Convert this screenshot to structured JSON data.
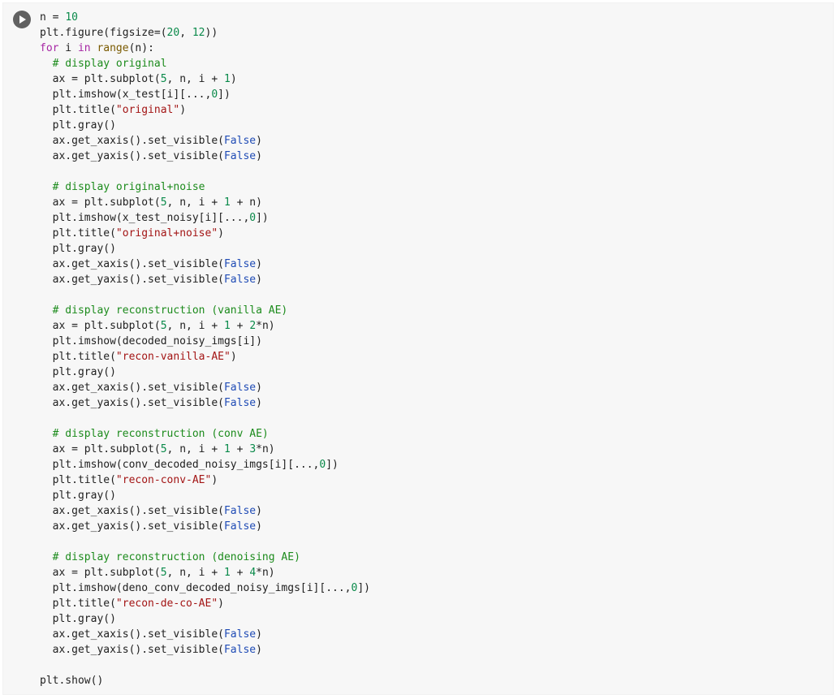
{
  "cell": {
    "run_icon": "play-icon",
    "lines": [
      [
        {
          "t": "n = ",
          "k": "plain"
        },
        {
          "t": "10",
          "k": "num"
        }
      ],
      [
        {
          "t": "plt.figure(figsize=(",
          "k": "plain"
        },
        {
          "t": "20",
          "k": "num"
        },
        {
          "t": ", ",
          "k": "plain"
        },
        {
          "t": "12",
          "k": "num"
        },
        {
          "t": "))",
          "k": "plain"
        }
      ],
      [
        {
          "t": "for",
          "k": "kw"
        },
        {
          "t": " i ",
          "k": "plain"
        },
        {
          "t": "in",
          "k": "kw"
        },
        {
          "t": " ",
          "k": "plain"
        },
        {
          "t": "range",
          "k": "builtin"
        },
        {
          "t": "(n):",
          "k": "plain"
        }
      ],
      [
        {
          "t": "  ",
          "k": "plain"
        },
        {
          "t": "# display original",
          "k": "cmt"
        }
      ],
      [
        {
          "t": "  ax = plt.subplot(",
          "k": "plain"
        },
        {
          "t": "5",
          "k": "num"
        },
        {
          "t": ", n, i + ",
          "k": "plain"
        },
        {
          "t": "1",
          "k": "num"
        },
        {
          "t": ")",
          "k": "plain"
        }
      ],
      [
        {
          "t": "  plt.imshow(x_test[i][...,",
          "k": "plain"
        },
        {
          "t": "0",
          "k": "num"
        },
        {
          "t": "])",
          "k": "plain"
        }
      ],
      [
        {
          "t": "  plt.title(",
          "k": "plain"
        },
        {
          "t": "\"original\"",
          "k": "str"
        },
        {
          "t": ")",
          "k": "plain"
        }
      ],
      [
        {
          "t": "  plt.gray()",
          "k": "plain"
        }
      ],
      [
        {
          "t": "  ax.get_xaxis().set_visible(",
          "k": "plain"
        },
        {
          "t": "False",
          "k": "const"
        },
        {
          "t": ")",
          "k": "plain"
        }
      ],
      [
        {
          "t": "  ax.get_yaxis().set_visible(",
          "k": "plain"
        },
        {
          "t": "False",
          "k": "const"
        },
        {
          "t": ")",
          "k": "plain"
        }
      ],
      [],
      [
        {
          "t": "  ",
          "k": "plain"
        },
        {
          "t": "# display original+noise",
          "k": "cmt"
        }
      ],
      [
        {
          "t": "  ax = plt.subplot(",
          "k": "plain"
        },
        {
          "t": "5",
          "k": "num"
        },
        {
          "t": ", n, i + ",
          "k": "plain"
        },
        {
          "t": "1",
          "k": "num"
        },
        {
          "t": " + n)",
          "k": "plain"
        }
      ],
      [
        {
          "t": "  plt.imshow(x_test_noisy[i][...,",
          "k": "plain"
        },
        {
          "t": "0",
          "k": "num"
        },
        {
          "t": "])",
          "k": "plain"
        }
      ],
      [
        {
          "t": "  plt.title(",
          "k": "plain"
        },
        {
          "t": "\"original+noise\"",
          "k": "str"
        },
        {
          "t": ")",
          "k": "plain"
        }
      ],
      [
        {
          "t": "  plt.gray()",
          "k": "plain"
        }
      ],
      [
        {
          "t": "  ax.get_xaxis().set_visible(",
          "k": "plain"
        },
        {
          "t": "False",
          "k": "const"
        },
        {
          "t": ")",
          "k": "plain"
        }
      ],
      [
        {
          "t": "  ax.get_yaxis().set_visible(",
          "k": "plain"
        },
        {
          "t": "False",
          "k": "const"
        },
        {
          "t": ")",
          "k": "plain"
        }
      ],
      [],
      [
        {
          "t": "  ",
          "k": "plain"
        },
        {
          "t": "# display reconstruction (vanilla AE)",
          "k": "cmt"
        }
      ],
      [
        {
          "t": "  ax = plt.subplot(",
          "k": "plain"
        },
        {
          "t": "5",
          "k": "num"
        },
        {
          "t": ", n, i + ",
          "k": "plain"
        },
        {
          "t": "1",
          "k": "num"
        },
        {
          "t": " + ",
          "k": "plain"
        },
        {
          "t": "2",
          "k": "num"
        },
        {
          "t": "*n)",
          "k": "plain"
        }
      ],
      [
        {
          "t": "  plt.imshow(decoded_noisy_imgs[i])",
          "k": "plain"
        }
      ],
      [
        {
          "t": "  plt.title(",
          "k": "plain"
        },
        {
          "t": "\"recon-vanilla-AE\"",
          "k": "str"
        },
        {
          "t": ")",
          "k": "plain"
        }
      ],
      [
        {
          "t": "  plt.gray()",
          "k": "plain"
        }
      ],
      [
        {
          "t": "  ax.get_xaxis().set_visible(",
          "k": "plain"
        },
        {
          "t": "False",
          "k": "const"
        },
        {
          "t": ")",
          "k": "plain"
        }
      ],
      [
        {
          "t": "  ax.get_yaxis().set_visible(",
          "k": "plain"
        },
        {
          "t": "False",
          "k": "const"
        },
        {
          "t": ")",
          "k": "plain"
        }
      ],
      [],
      [
        {
          "t": "  ",
          "k": "plain"
        },
        {
          "t": "# display reconstruction (conv AE)",
          "k": "cmt"
        }
      ],
      [
        {
          "t": "  ax = plt.subplot(",
          "k": "plain"
        },
        {
          "t": "5",
          "k": "num"
        },
        {
          "t": ", n, i + ",
          "k": "plain"
        },
        {
          "t": "1",
          "k": "num"
        },
        {
          "t": " + ",
          "k": "plain"
        },
        {
          "t": "3",
          "k": "num"
        },
        {
          "t": "*n)",
          "k": "plain"
        }
      ],
      [
        {
          "t": "  plt.imshow(conv_decoded_noisy_imgs[i][...,",
          "k": "plain"
        },
        {
          "t": "0",
          "k": "num"
        },
        {
          "t": "])",
          "k": "plain"
        }
      ],
      [
        {
          "t": "  plt.title(",
          "k": "plain"
        },
        {
          "t": "\"recon-conv-AE\"",
          "k": "str"
        },
        {
          "t": ")",
          "k": "plain"
        }
      ],
      [
        {
          "t": "  plt.gray()",
          "k": "plain"
        }
      ],
      [
        {
          "t": "  ax.get_xaxis().set_visible(",
          "k": "plain"
        },
        {
          "t": "False",
          "k": "const"
        },
        {
          "t": ")",
          "k": "plain"
        }
      ],
      [
        {
          "t": "  ax.get_yaxis().set_visible(",
          "k": "plain"
        },
        {
          "t": "False",
          "k": "const"
        },
        {
          "t": ")",
          "k": "plain"
        }
      ],
      [],
      [
        {
          "t": "  ",
          "k": "plain"
        },
        {
          "t": "# display reconstruction (denoising AE)",
          "k": "cmt"
        }
      ],
      [
        {
          "t": "  ax = plt.subplot(",
          "k": "plain"
        },
        {
          "t": "5",
          "k": "num"
        },
        {
          "t": ", n, i + ",
          "k": "plain"
        },
        {
          "t": "1",
          "k": "num"
        },
        {
          "t": " + ",
          "k": "plain"
        },
        {
          "t": "4",
          "k": "num"
        },
        {
          "t": "*n)",
          "k": "plain"
        }
      ],
      [
        {
          "t": "  plt.imshow(deno_conv_decoded_noisy_imgs[i][...,",
          "k": "plain"
        },
        {
          "t": "0",
          "k": "num"
        },
        {
          "t": "])",
          "k": "plain"
        }
      ],
      [
        {
          "t": "  plt.title(",
          "k": "plain"
        },
        {
          "t": "\"recon-de-co-AE\"",
          "k": "str"
        },
        {
          "t": ")",
          "k": "plain"
        }
      ],
      [
        {
          "t": "  plt.gray()",
          "k": "plain"
        }
      ],
      [
        {
          "t": "  ax.get_xaxis().set_visible(",
          "k": "plain"
        },
        {
          "t": "False",
          "k": "const"
        },
        {
          "t": ")",
          "k": "plain"
        }
      ],
      [
        {
          "t": "  ax.get_yaxis().set_visible(",
          "k": "plain"
        },
        {
          "t": "False",
          "k": "const"
        },
        {
          "t": ")",
          "k": "plain"
        }
      ],
      [],
      [
        {
          "t": "plt.show()",
          "k": "plain"
        }
      ]
    ]
  }
}
